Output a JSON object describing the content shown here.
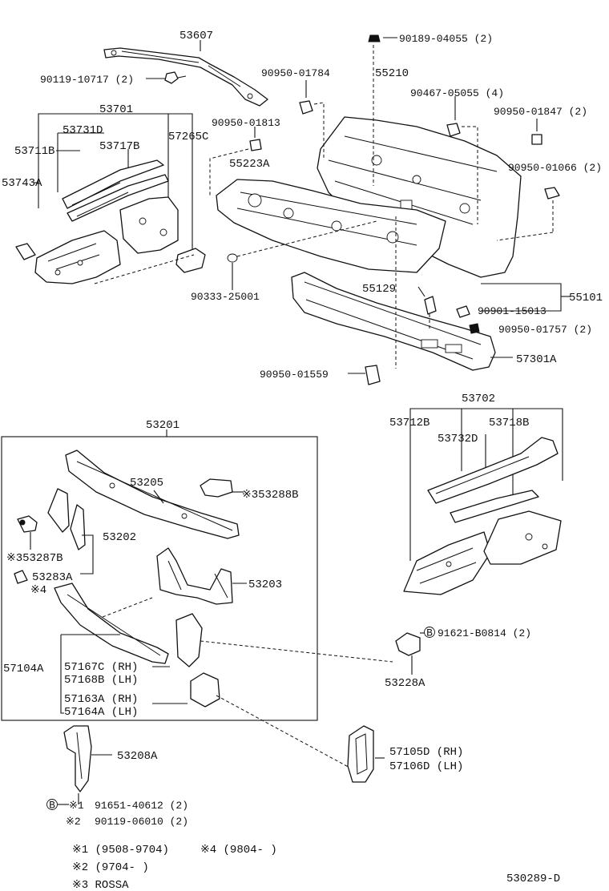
{
  "labels": {
    "l53607": "53607",
    "l90189": "90189-04055 (2)",
    "l90119_10717": "90119-10717 (2)",
    "l90950_01784": "90950-01784",
    "l55210": "55210",
    "l90467": "90467-05055 (4)",
    "l53701": "53701",
    "l90950_01847": "90950-01847 (2)",
    "l53731D": "53731D",
    "l90950_01813": "90950-01813",
    "l53711B": "53711B",
    "l53717B": "53717B",
    "l57265C": "57265C",
    "l90950_01066": "90950-01066 (2)",
    "l55223A": "55223A",
    "l53743A": "53743A",
    "l90333": "90333-25001",
    "l55129": "55129",
    "l55101": "55101",
    "l90901": "90901-15013",
    "l90950_01757": "90950-01757 (2)",
    "l57301A": "57301A",
    "l90950_01559": "90950-01559",
    "l53702": "53702",
    "l53201": "53201",
    "l53712B": "53712B",
    "l53718B": "53718B",
    "l53732D": "53732D",
    "l53205": "53205",
    "l53288B": "※353288B",
    "l53202": "53202",
    "l53287B": "※353287B",
    "l53283A": "53283A",
    "l_x4": "※4",
    "l53203": "53203",
    "l91621": "91621-B0814 (2)",
    "l57104A": "57104A",
    "l57167C": "57167C (RH)",
    "l57168B": "57168B (LH)",
    "l57163A": "57163A (RH)",
    "l57164A": "57164A (LH)",
    "l53228A": "53228A",
    "l53208A": "53208A",
    "l57105D": "57105D (RH)",
    "l57106D": "57106D (LH)",
    "l91651": "91651-40612 (2)",
    "l90119_06010": "90119-06010 (2)",
    "l_x1": "※1",
    "l_x2": "※2",
    "circleB": "B"
  },
  "footnotes": {
    "n1": "※1  (9508-9704)",
    "n4": "※4 (9804-        )",
    "n2": "※2  (9704-        )",
    "n3": "※3  ROSSA"
  },
  "diagram_id": "530289-D"
}
